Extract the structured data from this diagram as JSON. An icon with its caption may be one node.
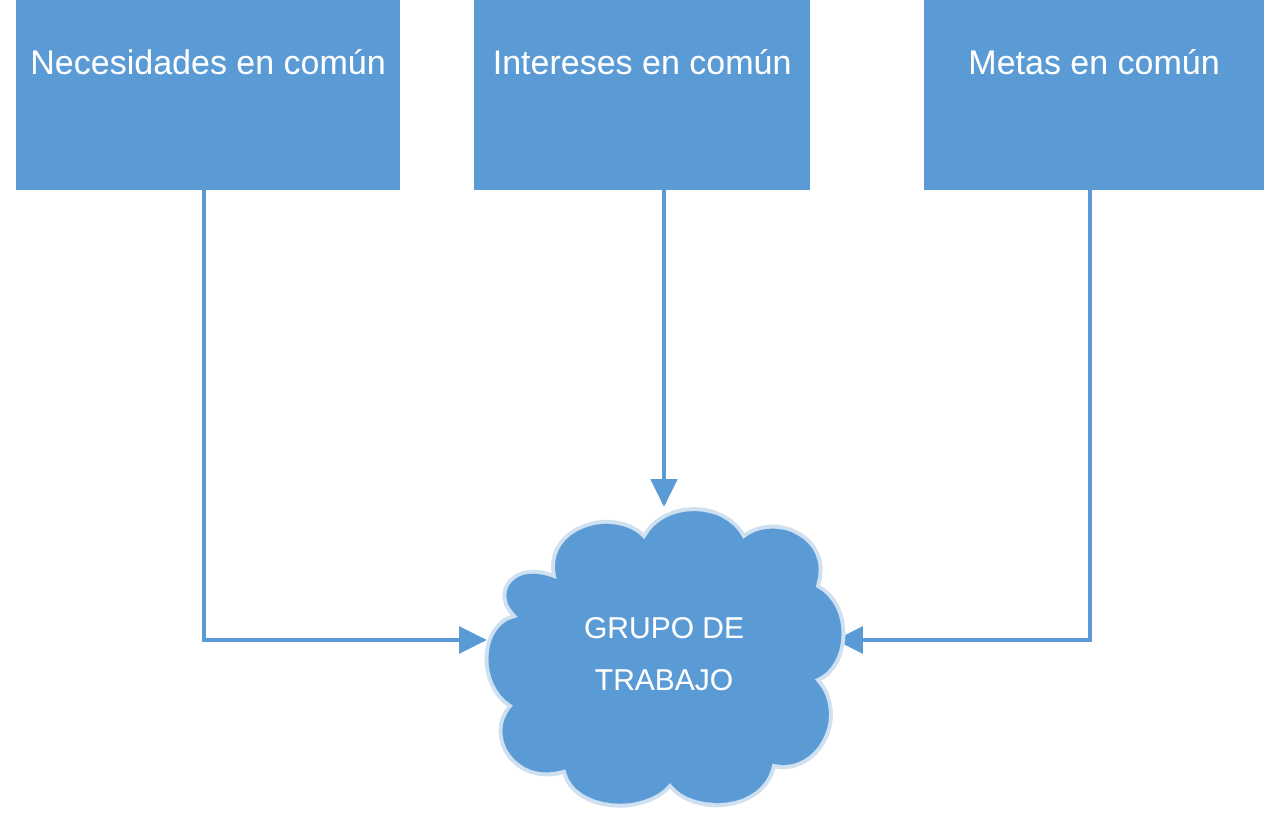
{
  "diagram": {
    "nodes": [
      {
        "text": [
          "Necesidades en común"
        ]
      },
      {
        "text": [
          "Intereses en común"
        ]
      },
      {
        "text": [
          "Metas en común"
        ]
      },
      {
        "text": [
          "GRUPO DE TRABAJO"
        ]
      }
    ],
    "edges": [
      {
        "from": 0,
        "to": 3,
        "arrow": "to"
      },
      {
        "from": 1,
        "to": 3,
        "arrow": "to"
      },
      {
        "from": 2,
        "to": 3,
        "arrow": "to"
      }
    ]
  }
}
